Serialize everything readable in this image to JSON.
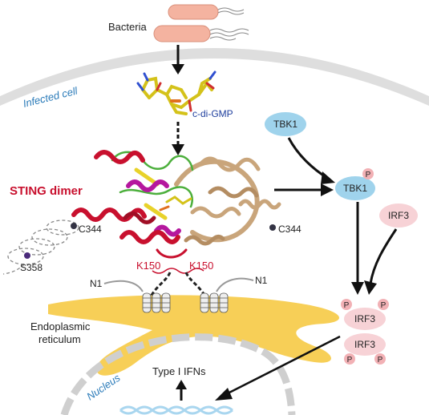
{
  "labels": {
    "bacteria": "Bacteria",
    "infected_cell": "Infected cell",
    "ligand": "c-di-GMP",
    "sting_dimer": "STING dimer",
    "c344_left": "C344",
    "c344_right": "C344",
    "s358": "S358",
    "k150_left": "K150",
    "k150_right": "K150",
    "n1_left": "N1",
    "n1_right": "N1",
    "er_line1": "Endoplasmic",
    "er_line2": "reticulum",
    "nucleus": "Nucleus",
    "type1_ifns": "Type I IFNs",
    "tbk1": "TBK1",
    "tbk1_phospho": "TBK1",
    "irf3": "IRF3",
    "irf3_top": "IRF3",
    "irf3_bottom": "IRF3",
    "phospho": "P"
  },
  "colors": {
    "cell_membrane": "#dedede",
    "bacteria_fill": "#f4b3a0",
    "tbk1_fill": "#9fd3ec",
    "irf3_fill": "#f7d2d6",
    "phospho_fill": "#f2b1b5",
    "er_fill": "#f7cf57",
    "sting_red": "#c8102e",
    "sting_tan": "#c9a57b",
    "sting_green": "#4caf3c",
    "sting_magenta": "#b5179e",
    "ligand_yellow": "#d4c21a",
    "dna_blue": "#a9d6ef",
    "italic_label_blue": "#2b7bb9",
    "ligand_label_blue": "#1f3f9e"
  }
}
